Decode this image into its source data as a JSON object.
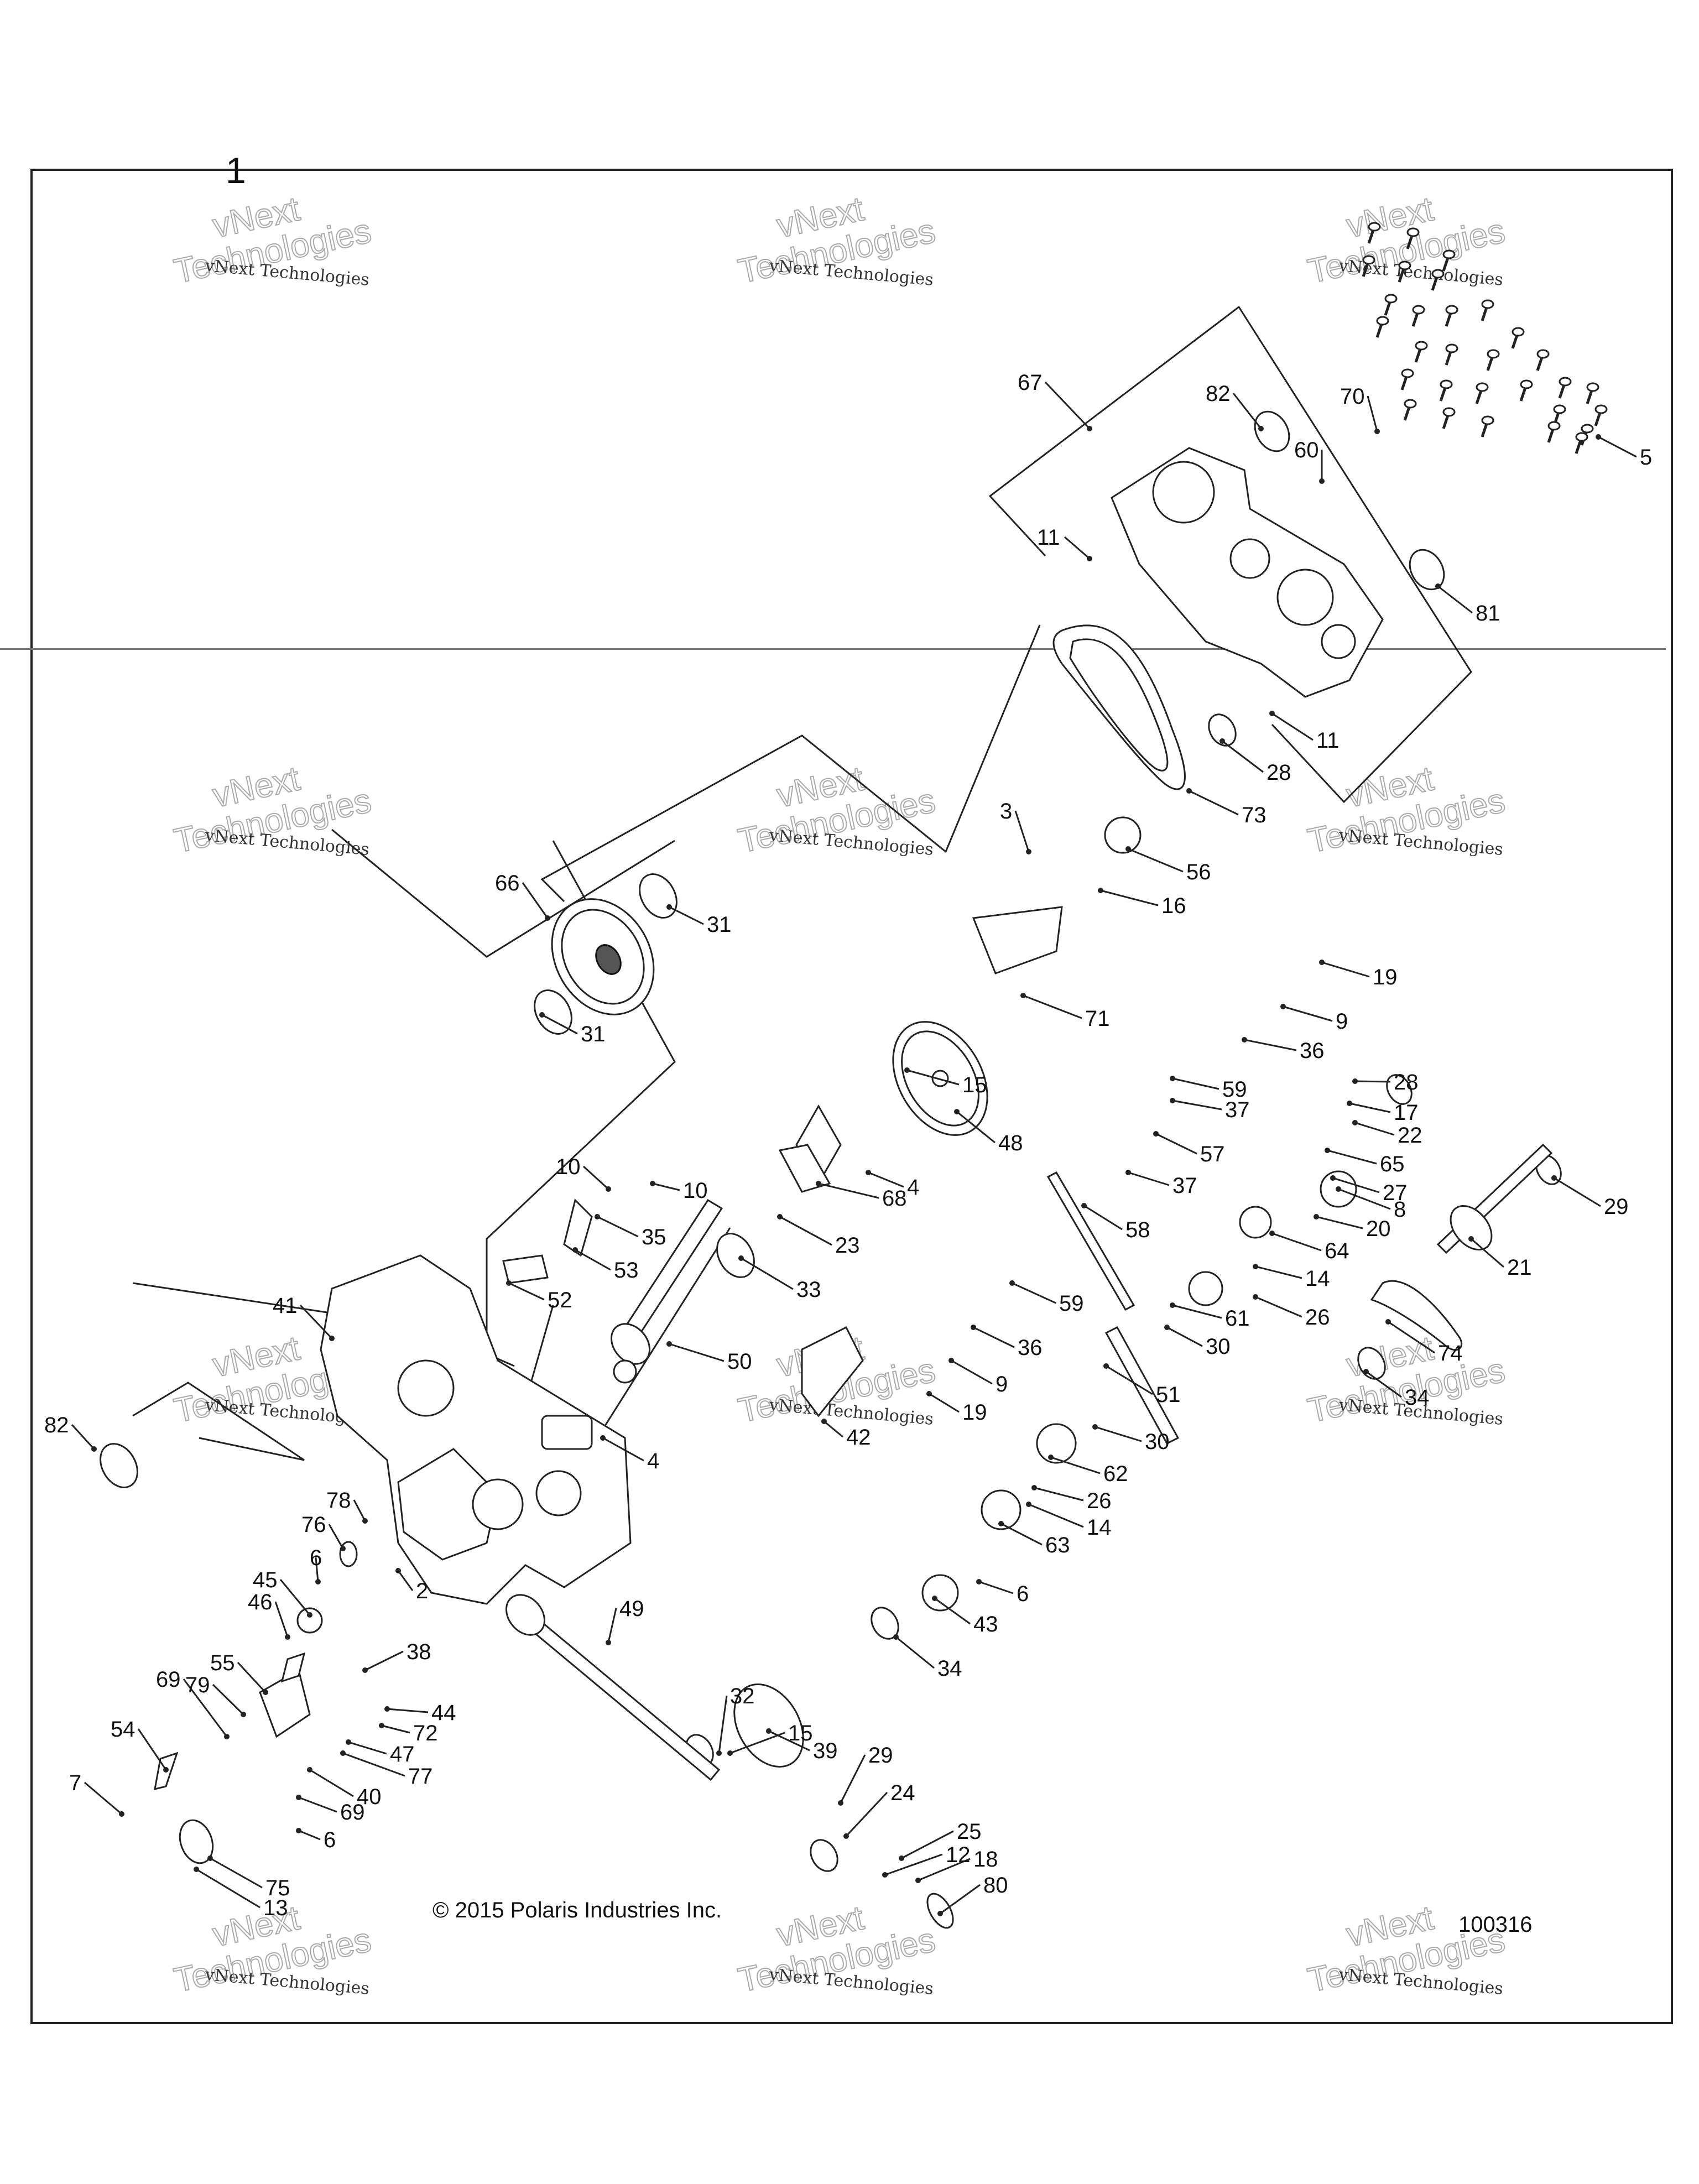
{
  "diagram": {
    "number": "1",
    "copyright": "© 2015 Polaris Industries Inc.",
    "document_id": "100316"
  },
  "watermark": {
    "line1": "vNext Technologies",
    "line2": "vNext",
    "line3": "Technologies"
  },
  "callouts": [
    "1",
    "2",
    "3",
    "4",
    "5",
    "6",
    "7",
    "8",
    "9",
    "10",
    "11",
    "12",
    "13",
    "14",
    "15",
    "16",
    "17",
    "18",
    "19",
    "20",
    "21",
    "22",
    "23",
    "24",
    "25",
    "26",
    "27",
    "28",
    "29",
    "30",
    "31",
    "32",
    "33",
    "34",
    "35",
    "36",
    "37",
    "38",
    "39",
    "40",
    "41",
    "42",
    "43",
    "44",
    "45",
    "46",
    "47",
    "48",
    "49",
    "50",
    "51",
    "52",
    "53",
    "54",
    "55",
    "56",
    "57",
    "58",
    "59",
    "60",
    "61",
    "62",
    "63",
    "64",
    "65",
    "66",
    "67",
    "68",
    "69",
    "70",
    "71",
    "72",
    "73",
    "74",
    "75",
    "76",
    "77",
    "78",
    "79",
    "80",
    "81",
    "82"
  ]
}
